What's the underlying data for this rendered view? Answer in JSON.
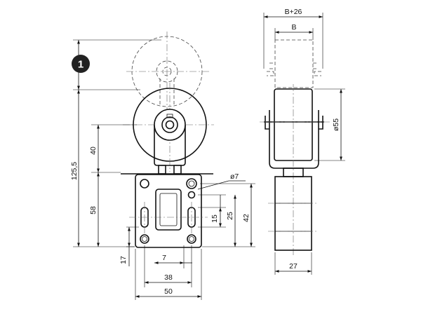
{
  "badge": {
    "label": "1",
    "color": "#222222"
  },
  "dimensions": {
    "total_height": "125,5",
    "roller_offset": "40",
    "plate_height": "58",
    "slot_offset": "17",
    "hole_spacing": "7",
    "hole_distance": "38",
    "plate_width": "50",
    "hole_diameter": "ø7",
    "slot_length": "15",
    "slot_span": "25",
    "plate_span": "42",
    "bracket_width": "B+26",
    "roller_width": "B",
    "roller_diameter": "ø55",
    "body_width": "27"
  }
}
